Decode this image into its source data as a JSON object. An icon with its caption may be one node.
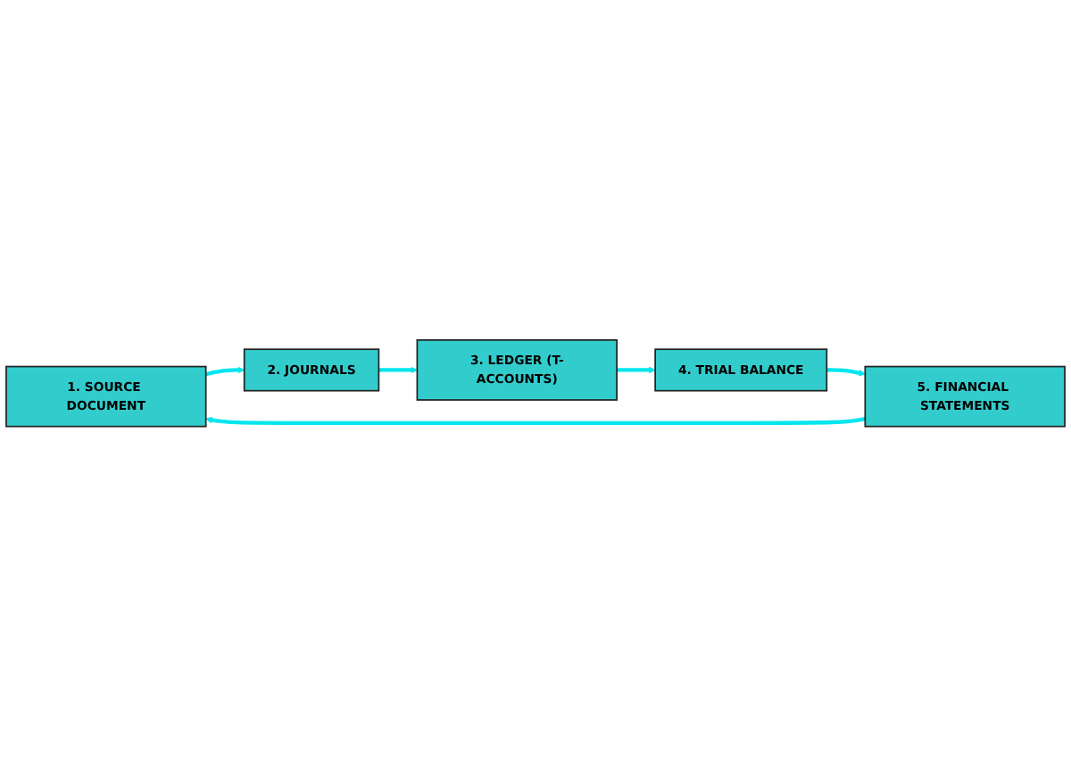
{
  "diagram": {
    "nodes": [
      {
        "text": [
          "1. SOURCE DOCUMENT"
        ]
      },
      {
        "text": [
          "2. JOURNALS"
        ]
      },
      {
        "text": [
          "3. LEDGER (T-ACCOUNTS)"
        ]
      },
      {
        "text": [
          "4. TRIAL BALANCE"
        ]
      },
      {
        "text": [
          "5. FINANCIAL STATEMENTS"
        ]
      }
    ],
    "edges": [
      {
        "from": 0,
        "to": 1,
        "arrow": "to"
      },
      {
        "from": 1,
        "to": 2,
        "arrow": "to"
      },
      {
        "from": 2,
        "to": 3,
        "arrow": "to"
      },
      {
        "from": 3,
        "to": 4,
        "arrow": "to"
      },
      {
        "from": 4,
        "to": 0,
        "arrow": "to"
      }
    ]
  }
}
